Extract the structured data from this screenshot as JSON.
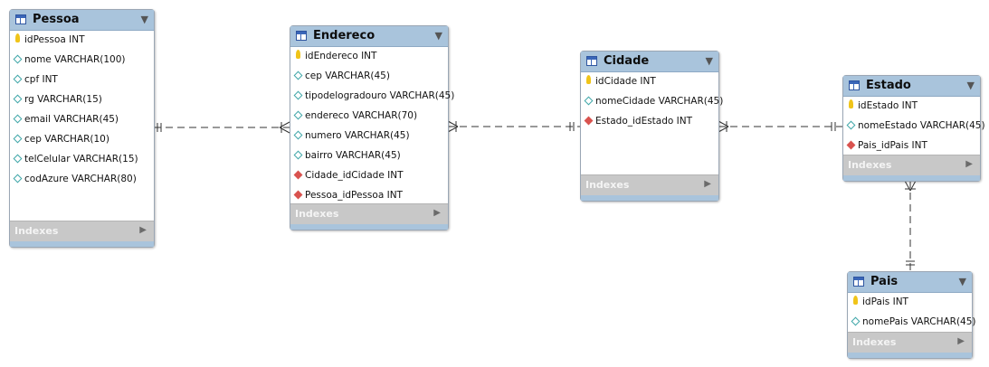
{
  "diagram": {
    "tables": [
      {
        "id": "pessoa",
        "name": "Pessoa",
        "columns": [
          {
            "kind": "key",
            "text": "idPessoa INT"
          },
          {
            "kind": "attr",
            "text": "nome VARCHAR(100)"
          },
          {
            "kind": "attr",
            "text": "cpf INT"
          },
          {
            "kind": "attr",
            "text": "rg VARCHAR(15)"
          },
          {
            "kind": "attr",
            "text": "email VARCHAR(45)"
          },
          {
            "kind": "attr",
            "text": "cep VARCHAR(10)"
          },
          {
            "kind": "attr",
            "text": "telCelular VARCHAR(15)"
          },
          {
            "kind": "attr",
            "text": "codAzure VARCHAR(80)"
          }
        ],
        "indexes_label": "Indexes"
      },
      {
        "id": "endereco",
        "name": "Endereco",
        "columns": [
          {
            "kind": "key",
            "text": "idEndereco INT"
          },
          {
            "kind": "attr",
            "text": "cep VARCHAR(45)"
          },
          {
            "kind": "attr",
            "text": "tipodelogradouro VARCHAR(45)"
          },
          {
            "kind": "attr",
            "text": "endereco VARCHAR(70)"
          },
          {
            "kind": "attr",
            "text": "numero VARCHAR(45)"
          },
          {
            "kind": "attr",
            "text": "bairro VARCHAR(45)"
          },
          {
            "kind": "fk",
            "text": "Cidade_idCidade INT"
          },
          {
            "kind": "fk",
            "text": "Pessoa_idPessoa INT"
          }
        ],
        "indexes_label": "Indexes"
      },
      {
        "id": "cidade",
        "name": "Cidade",
        "columns": [
          {
            "kind": "key",
            "text": "idCidade INT"
          },
          {
            "kind": "attr",
            "text": "nomeCidade VARCHAR(45)"
          },
          {
            "kind": "fk",
            "text": "Estado_idEstado INT"
          }
        ],
        "indexes_label": "Indexes"
      },
      {
        "id": "estado",
        "name": "Estado",
        "columns": [
          {
            "kind": "key",
            "text": "idEstado INT"
          },
          {
            "kind": "attr",
            "text": "nomeEstado VARCHAR(45)"
          },
          {
            "kind": "fk",
            "text": "Pais_idPais INT"
          }
        ],
        "indexes_label": "Indexes"
      },
      {
        "id": "pais",
        "name": "Pais",
        "columns": [
          {
            "kind": "key",
            "text": "idPais INT"
          },
          {
            "kind": "attr",
            "text": "nomePais VARCHAR(45)"
          }
        ],
        "indexes_label": "Indexes"
      }
    ],
    "relationships": [
      {
        "from": "pessoa",
        "to": "endereco"
      },
      {
        "from": "endereco",
        "to": "cidade"
      },
      {
        "from": "cidade",
        "to": "estado"
      },
      {
        "from": "estado",
        "to": "pais"
      }
    ],
    "colors": {
      "header": "#a9c4dc",
      "indexes_bar": "#c8c8c8",
      "key": "#f0c419",
      "fk": "#d9534f",
      "attr": "#3ea6a8"
    }
  }
}
